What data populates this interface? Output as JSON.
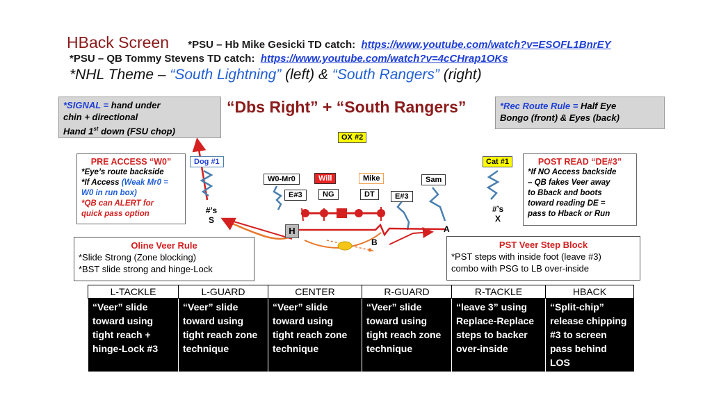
{
  "header": {
    "title": "HBack Screen",
    "line1_prefix": "*PSU – Hb Mike Gesicki TD catch:",
    "line1_link": "https://www.youtube.com/watch?v=ESOFL1BnrEY",
    "line2_prefix": "*PSU – QB Tommy Stevens TD catch:",
    "line2_link": "https://www.youtube.com/watch?v=4cCHrap1OKs",
    "theme_prefix": "*NHL Theme – ",
    "theme_left": "“South Lightning”",
    "theme_mid": " (left) & ",
    "theme_right": "“South Rangers”",
    "theme_end": " (right)"
  },
  "signal": {
    "keyword": "*SIGNAL =",
    "line1": " hand under",
    "line2": "chin + directional",
    "line3_a": "Hand 1",
    "line3_sup": "st",
    "line3_b": " down  (FSU chop)"
  },
  "play_title": "“Dbs Right” + “South Rangers”",
  "rec_rule": {
    "keyword": "*Rec Route Rule =",
    "line1": " Half Eye",
    "line2": "Bongo (front) & Eyes (back)"
  },
  "pre_access": {
    "title": "PRE ACCESS “W0”",
    "line1": "*Eye’s route backside",
    "line2_a": "*If Access ",
    "line2_b": "(Weak Mr0 =",
    "line3": "W0 in run box)",
    "line4": "*QB can ALERT for",
    "line5": "quick pass option"
  },
  "post_read": {
    "title": "POST READ “DE#3”",
    "line1": "*If NO Access backside",
    "line2": "– QB fakes Veer away",
    "line3": "to Bback and boots",
    "line4": "toward reading DE =",
    "line5": "pass to Hback or Run"
  },
  "defense": {
    "ox": "OX #2",
    "dog": "Dog #1",
    "cat": "Cat #1",
    "w0": "W0-Mr0",
    "will": "Will",
    "mike": "Mike",
    "sam": "Sam",
    "e3_left": "E#3",
    "ng": "NG",
    "dt": "DT",
    "e3_right": "E#3",
    "left_s_top": "#’s",
    "left_s_bot": "S",
    "right_x_top": "#’s",
    "right_x_bot": "X",
    "a_gap": "A",
    "b_gap": "B",
    "hback": "H"
  },
  "oline_rule": {
    "title": "Oline Veer Rule",
    "line1": "*Slide Strong (Zone blocking)",
    "line2": "*BST slide strong and hinge-Lock"
  },
  "pst_rule": {
    "title": "PST Veer Step Block",
    "line1": "*PST steps with inside foot (leave #3)",
    "line2": "combo with PSG to LB over-inside"
  },
  "table": {
    "headers": [
      "L-TACKLE",
      "L-GUARD",
      "CENTER",
      "R-GUARD",
      "R-TACKLE",
      "HBACK"
    ],
    "cells": [
      [
        "“Veer” slide",
        "toward using",
        "tight reach +",
        "hinge-Lock #3"
      ],
      [
        "“Veer” slide",
        "toward using",
        "tight reach zone",
        "technique"
      ],
      [
        "“Veer” slide",
        "toward using",
        "tight reach zone",
        "technique"
      ],
      [
        "“Veer” slide",
        "toward using",
        "tight reach zone",
        "technique"
      ],
      [
        "“leave 3” using",
        "Replace-Replace",
        "steps to backer",
        "over-inside"
      ],
      [
        "“Split-chip”",
        "release chipping",
        "#3 to screen",
        "pass behind LOS"
      ]
    ]
  },
  "colors": {
    "title_red": "#8b1a1a",
    "link_blue": "#1f3fd6",
    "route_red": "#d42020",
    "route_orange": "#e8772a",
    "defender_blue": "#4a7fb0",
    "ball_yellow": "#f5c518"
  }
}
